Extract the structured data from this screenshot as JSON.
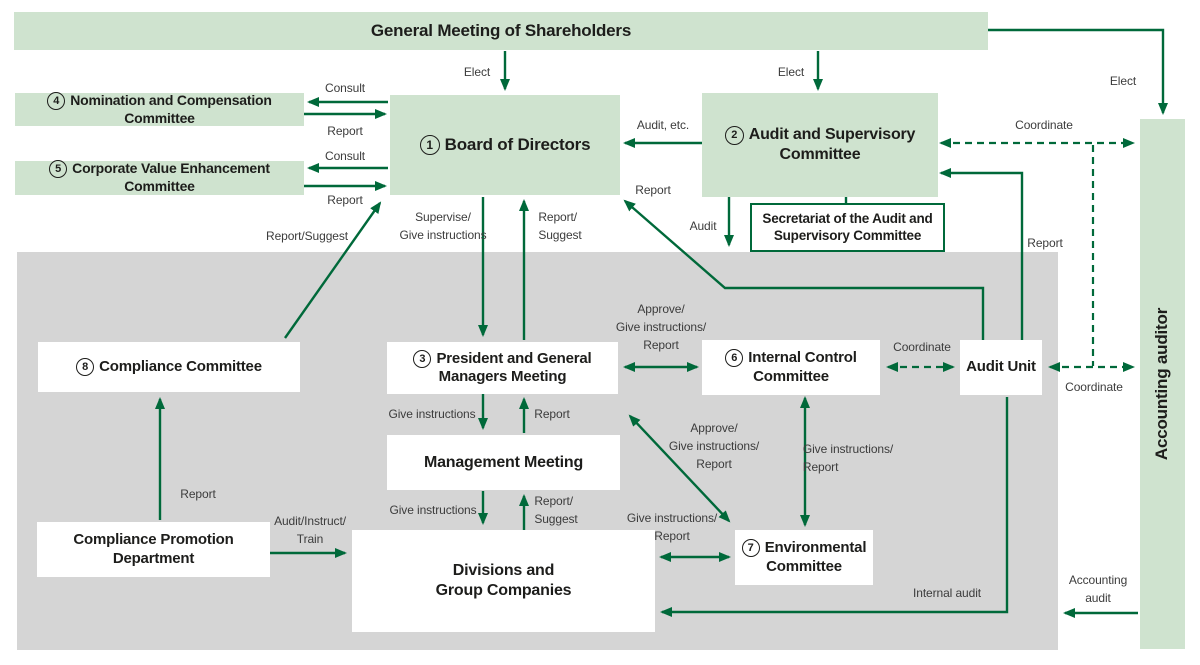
{
  "colors": {
    "box_green": "#cfe3cf",
    "line_green": "#00693a",
    "executive_gray": "#d5d5d5",
    "text_dark": "#1d1d1b",
    "label_gray": "#3c3c3c"
  },
  "nodes": {
    "gms": {
      "label": "General Meeting of Shareholders"
    },
    "ncc": {
      "num": "4",
      "label": "Nomination and Compensation Committee"
    },
    "cvec": {
      "num": "5",
      "label": "Corporate Value Enhancement Committee"
    },
    "bod": {
      "num": "1",
      "label": "Board of Directors"
    },
    "asc": {
      "num": "2",
      "label": "Audit and Supervisory\nCommittee"
    },
    "secretariat": {
      "label": "Secretariat of the Audit and\nSupervisory Committee"
    },
    "accounting_auditor": {
      "label": "Accounting auditor"
    },
    "compliance_committee": {
      "num": "8",
      "label": "Compliance Committee"
    },
    "president": {
      "num": "3",
      "label": "President and General\nManagers Meeting"
    },
    "icc": {
      "num": "6",
      "label": "Internal Control\nCommittee"
    },
    "audit_unit": {
      "label": "Audit Unit"
    },
    "management": {
      "label": "Management Meeting"
    },
    "env": {
      "num": "7",
      "label": "Environmental\nCommittee"
    },
    "cpd": {
      "label": "Compliance Promotion\nDepartment"
    },
    "divisions": {
      "label": "Divisions and\nGroup Companies"
    }
  },
  "edge_labels": {
    "elect_bod": "Elect",
    "elect_asc": "Elect",
    "elect_auditor": "Elect",
    "consult_ncc": "Consult",
    "report_ncc": "Report",
    "consult_cvec": "Consult",
    "report_cvec": "Report",
    "audit_etc": "Audit, etc.",
    "coordinate_top": "Coordinate",
    "report_to_bod": "Report",
    "audit_down": "Audit",
    "report_audit_unit": "Report",
    "report_suggest_cc": "Report/Suggest",
    "supervise": "Supervise/\nGive instructions",
    "report_suggest_bod": "Report/\nSuggest",
    "approve_icc": "Approve/\nGive instructions/\nReport",
    "coordinate_icc": "Coordinate",
    "coordinate_auditor": "Coordinate",
    "give_instructions_mgmt": "Give instructions",
    "report_mgmt": "Report",
    "approve_env": "Approve/\nGive instructions/\nReport",
    "give_report_icc_env": "Give instructions/\nReport",
    "report_cpd": "Report",
    "give_instructions_div": "Give instructions",
    "report_suggest_div": "Report/\nSuggest",
    "audit_instruct_train": "Audit/Instruct/\nTrain",
    "give_report_div_env": "Give instructions/\nReport",
    "internal_audit": "Internal audit",
    "accounting_audit": "Accounting\naudit"
  }
}
